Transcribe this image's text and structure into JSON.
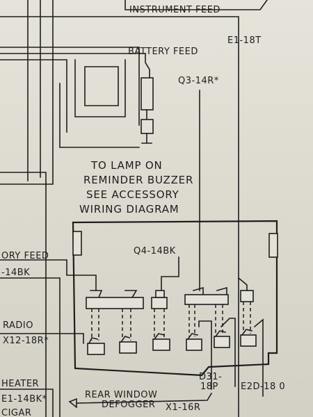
{
  "labels": {
    "instrument_feed": "INSTRUMENT FEED",
    "e1_18t": "E1-18T",
    "battery_feed": "BATTERY FEED",
    "q3_14r": "Q3-14R*",
    "lamp_line1": "TO LAMP ON",
    "lamp_line2": "REMINDER BUZZER",
    "lamp_line3": "SEE ACCESSORY",
    "lamp_line4": "WIRING DIAGRAM",
    "accessory_feed": "ORY FEED",
    "wire_14bk": "-14BK",
    "q4_14bk": "Q4-14BK",
    "radio": "RADIO",
    "x12_18r": "X12-18R*",
    "heater": "HEATER",
    "e1_14bk": "E1-14BK*",
    "cigar": "CIGAR",
    "d31": "D31-",
    "d31_18p": "18P",
    "e2d_180": "E2D-18 0",
    "rear_window": "REAR WINDOW",
    "defogger": "DEFOGGER",
    "x1_16r": "X1-16R"
  }
}
